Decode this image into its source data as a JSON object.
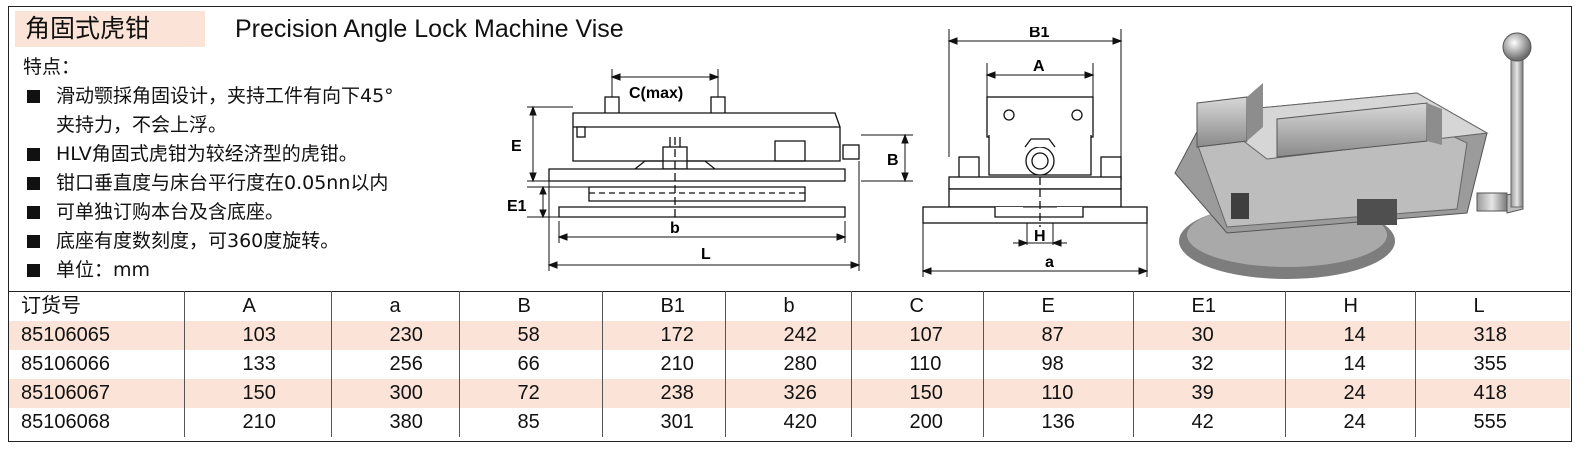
{
  "header": {
    "title_cn": "角固式虎钳",
    "title_en": "Precision Angle Lock Machine Vise"
  },
  "features": {
    "heading": "特点：",
    "items": [
      {
        "line1": "滑动颚採角固设计，夹持工件有向下45°",
        "line2": "夹持力，不会上浮。"
      },
      {
        "line1": "HLV角固式虎钳为较经济型的虎钳。",
        "line2": ""
      },
      {
        "line1": "钳口垂直度与床台平行度在0.05nn以内",
        "line2": ""
      },
      {
        "line1": "可单独订购本台及含底座。",
        "line2": ""
      },
      {
        "line1": "底座有度数刻度，可360度旋转。",
        "line2": ""
      },
      {
        "line1": "单位：mm",
        "line2": ""
      }
    ]
  },
  "side_diagram": {
    "labels": {
      "c": "C(max)",
      "e": "E",
      "b_upper": "B",
      "e1": "E1",
      "b": "b",
      "l": "L"
    }
  },
  "front_diagram": {
    "labels": {
      "b1": "B1",
      "a_upper": "A",
      "h": "H",
      "a": "a"
    }
  },
  "table": {
    "headers": [
      "订货号",
      "A",
      "a",
      "B",
      "B1",
      "b",
      "C",
      "E",
      "E1",
      "H",
      "L"
    ],
    "rows": [
      [
        "85106065",
        "103",
        "230",
        "58",
        "172",
        "242",
        "107",
        "87",
        "30",
        "14",
        "318"
      ],
      [
        "85106066",
        "133",
        "256",
        "66",
        "210",
        "280",
        "110",
        "98",
        "32",
        "14",
        "355"
      ],
      [
        "85106067",
        "150",
        "300",
        "72",
        "238",
        "326",
        "150",
        "110",
        "39",
        "24",
        "418"
      ],
      [
        "85106068",
        "210",
        "380",
        "85",
        "301",
        "420",
        "200",
        "136",
        "42",
        "24",
        "555"
      ]
    ]
  },
  "colors": {
    "band": "#fbe3d7",
    "border": "#222222",
    "text": "#111111"
  },
  "icons": [
    "vise-photo"
  ]
}
